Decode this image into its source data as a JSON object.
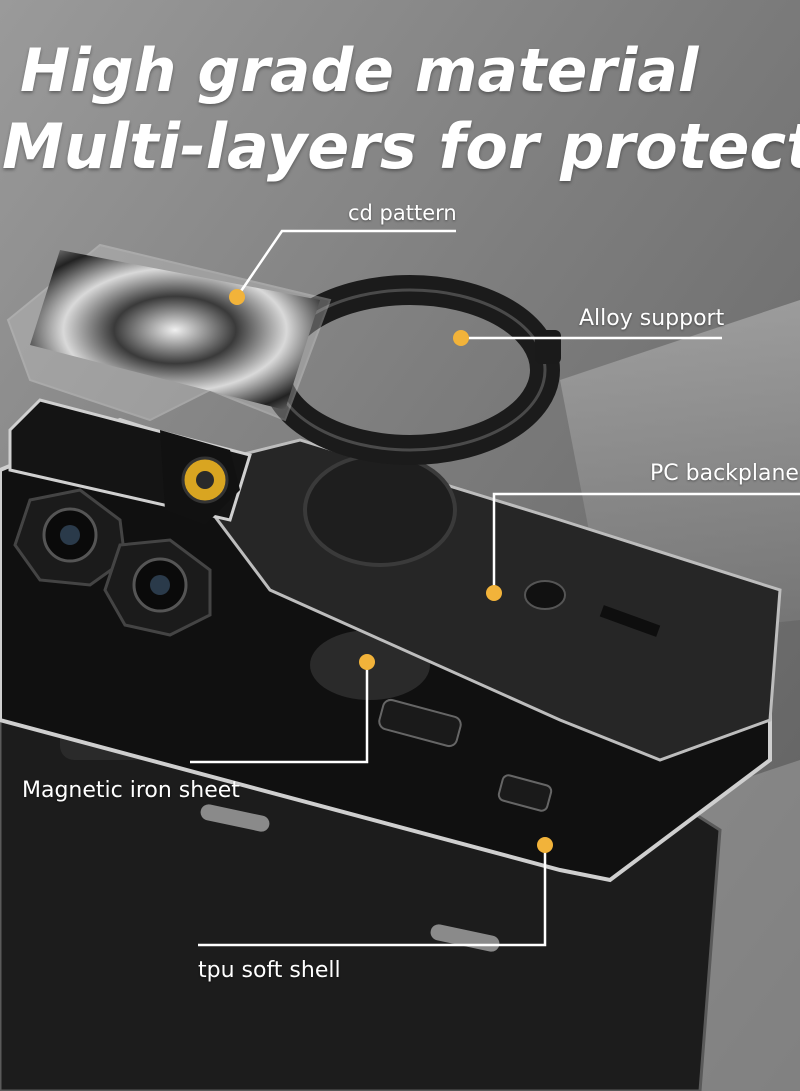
{
  "headline": {
    "line1": "High grade material",
    "line2": "Multi-layers for protection"
  },
  "callouts": {
    "cd_pattern": "cd pattern",
    "alloy_support": "Alloy support",
    "pc_backplane": "PC backplane",
    "magnetic_iron_sheet": "Magnetic iron sheet",
    "tpu_soft_shell": "tpu soft shell"
  },
  "colors": {
    "callout_dot": "#f2b33a",
    "callout_line": "#ffffff",
    "text": "#ffffff",
    "case_black": "#141414",
    "background_concrete": "#8e8e8e"
  }
}
